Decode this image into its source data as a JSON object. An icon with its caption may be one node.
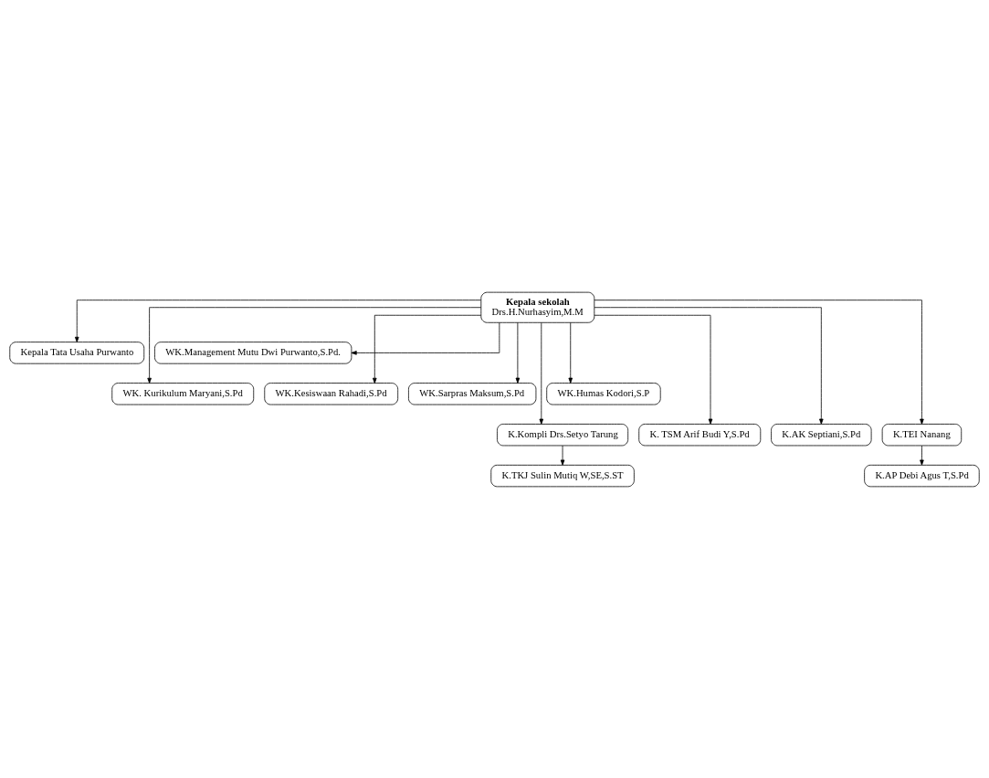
{
  "diagram": {
    "nodes": [
      {
        "text": [
          "Kepala sekolah",
          "Drs.H.Nurhasyim,M.M"
        ]
      },
      {
        "text": [
          "Kepala Tata Usaha Purwanto"
        ]
      },
      {
        "text": [
          "WK.Management Mutu Dwi Purwanto,S.Pd."
        ]
      },
      {
        "text": [
          "WK. Kurikulum Maryani,S.Pd"
        ]
      },
      {
        "text": [
          "WK.Kesiswaan Rahadi,S.Pd"
        ]
      },
      {
        "text": [
          "WK.Sarpras Maksum,S.Pd"
        ]
      },
      {
        "text": [
          "WK.Humas Kodori,S.P"
        ]
      },
      {
        "text": [
          "K.Kompli Drs.Setyo Tarung"
        ]
      },
      {
        "text": [
          "K. TSM Arif Budi Y,S.Pd"
        ]
      },
      {
        "text": [
          "K.AK Septiani,S.Pd"
        ]
      },
      {
        "text": [
          "K.TEI Nanang"
        ]
      },
      {
        "text": [
          "K.TKJ Sulin Mutiq W,SE,S.ST"
        ]
      },
      {
        "text": [
          "K.AP Debi Agus T,S.Pd"
        ]
      }
    ],
    "edges": [
      {
        "from": 0,
        "to": 1,
        "arrow": "to"
      },
      {
        "from": 0,
        "to": 2,
        "arrow": "to"
      },
      {
        "from": 0,
        "to": 3,
        "arrow": "to"
      },
      {
        "from": 0,
        "to": 4,
        "arrow": "to"
      },
      {
        "from": 0,
        "to": 5,
        "arrow": "to"
      },
      {
        "from": 0,
        "to": 6,
        "arrow": "to"
      },
      {
        "from": 0,
        "to": 7,
        "arrow": "to"
      },
      {
        "from": 0,
        "to": 8,
        "arrow": "to"
      },
      {
        "from": 0,
        "to": 9,
        "arrow": "to"
      },
      {
        "from": 0,
        "to": 10,
        "arrow": "to"
      },
      {
        "from": 7,
        "to": 11,
        "arrow": "to"
      },
      {
        "from": 10,
        "to": 12,
        "arrow": "to"
      }
    ]
  }
}
